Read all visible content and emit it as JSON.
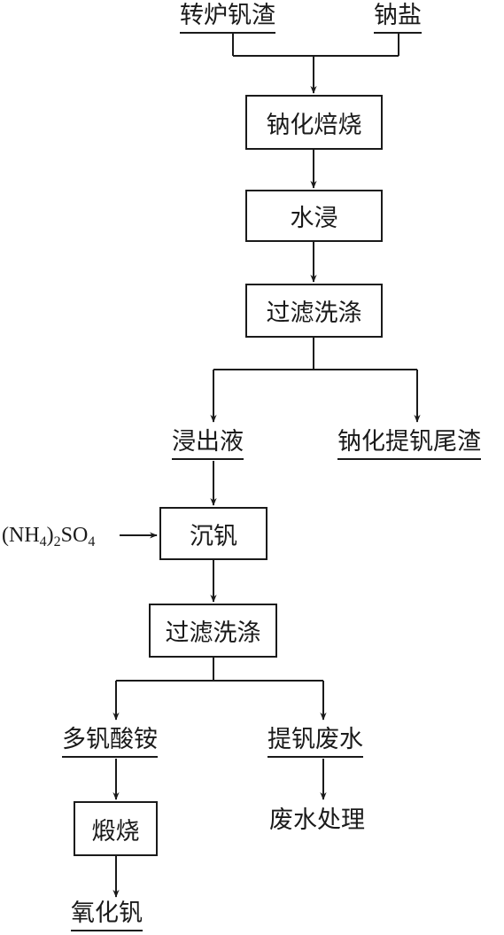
{
  "inputs": {
    "slag": "转炉钒渣",
    "salt": "钠盐"
  },
  "steps": {
    "roast": "钠化焙烧",
    "leach": "水浸",
    "filter1": "过滤洗涤",
    "precipitate": "沉钒",
    "filter2": "过滤洗涤",
    "calcine": "煅烧"
  },
  "products": {
    "leachate": "浸出液",
    "tailings": "钠化提钒尾渣",
    "apv": "多钒酸铵",
    "wastewater": "提钒废水",
    "treatment": "废水处理",
    "oxide": "氧化钒"
  },
  "reagent": {
    "open": "(NH",
    "sub1": "4",
    "close": ")",
    "sub2": "2",
    "so": "SO",
    "sub3": "4"
  }
}
